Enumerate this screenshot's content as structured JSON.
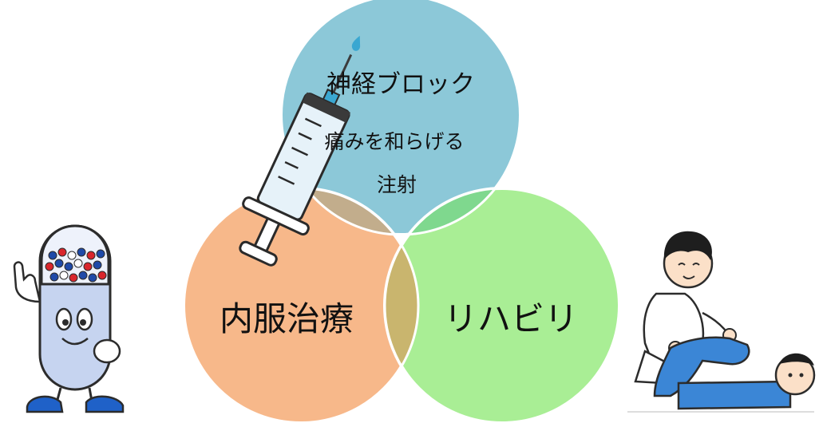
{
  "diagram": {
    "circles": [
      {
        "id": "nerve-block",
        "title": "神経ブロック",
        "subtitle_lines": [
          "痛みを和らげる",
          "注射"
        ],
        "color": "#8cc8d8"
      },
      {
        "id": "oral-medication",
        "title": "内服治療",
        "color": "#f7b88a"
      },
      {
        "id": "rehabilitation",
        "title": "リハビリ",
        "color": "#a9ee95"
      }
    ],
    "overlap_colors": {
      "nerve_oral": "#c2ad8c",
      "nerve_rehab": "#7fd88e",
      "oral_rehab": "#c9b56e",
      "center": "#b8b57a"
    },
    "illustrations": [
      "syringe-illustration",
      "capsule-mascot-illustration",
      "physical-therapy-illustration"
    ]
  }
}
